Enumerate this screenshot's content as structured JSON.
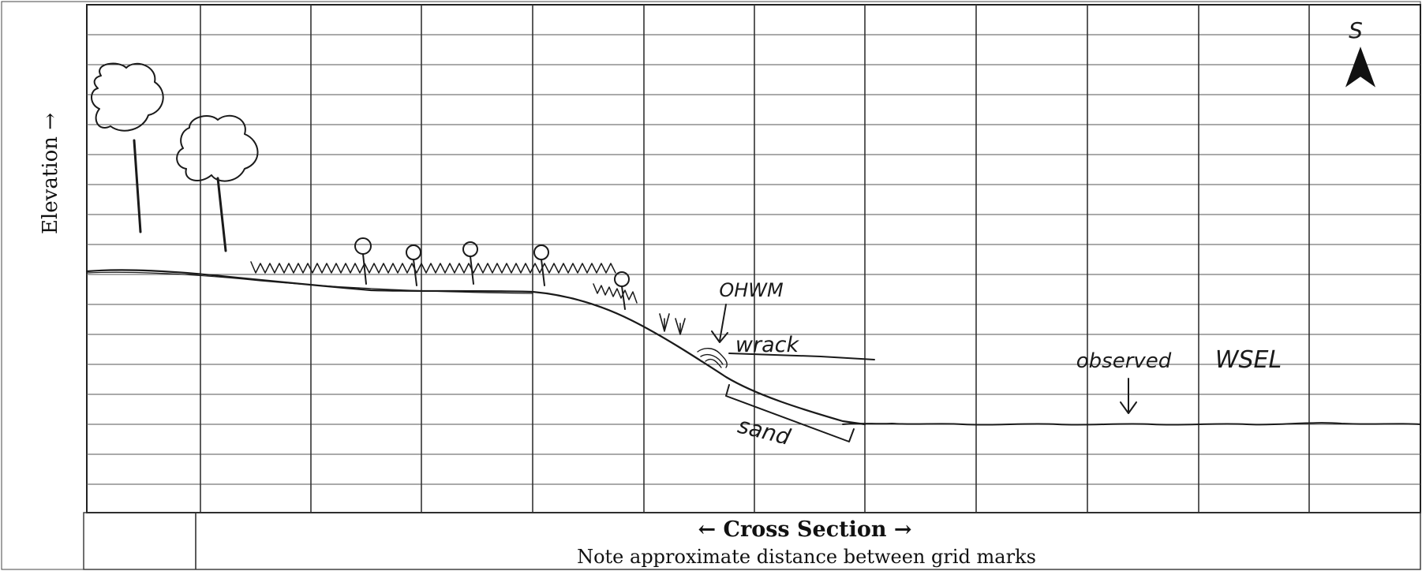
{
  "axes": {
    "y_label": "Elevation →",
    "x_label": "← Cross Section →",
    "x_note": "Note approximate distance between grid marks"
  },
  "annotations": {
    "north_arrow_letter": "S",
    "ohwm": "OHWM",
    "wrack": "wrack",
    "sand": "sand",
    "observed": "observed",
    "wsel": "WSEL"
  }
}
